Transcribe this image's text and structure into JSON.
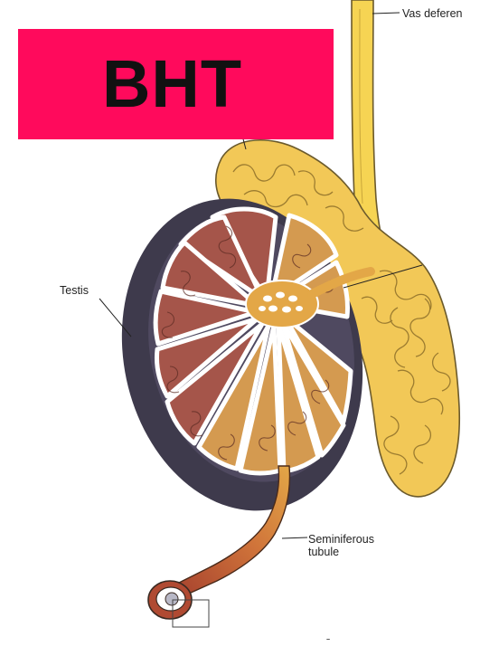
{
  "banner": {
    "text": "BHT",
    "background": "#FF0A5C",
    "text_color": "#111111"
  },
  "labels": {
    "vas_deferens": "Vas deferen",
    "testis": "Testis",
    "seminiferous_line1": "Seminiferous",
    "seminiferous_line2": "tubule"
  },
  "footer_mark": "ˉ",
  "colors": {
    "capsule": "#3E3A4C",
    "lobule_interior": "#4F4960",
    "tubule_red": "#A5554A",
    "tubule_tan": "#D49A50",
    "rete": "#E3A747",
    "epididymis": "#F2C857",
    "vas_deferens": "#F6D453"
  }
}
